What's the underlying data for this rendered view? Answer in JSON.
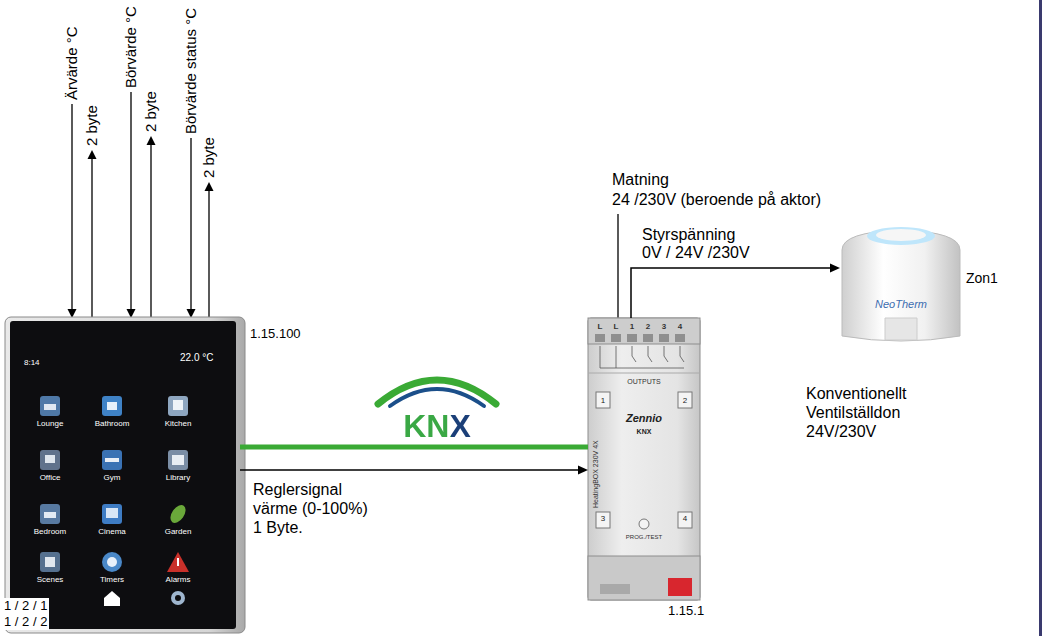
{
  "diagram": {
    "nodes": [
      {
        "text": [
          "8:14",
          "22.0 °C",
          "Lounge",
          "Bathroom",
          "Kitchen",
          "Office",
          "Gym",
          "Library",
          "Bedroom",
          "Cinema",
          "Garden",
          "Scenes",
          "Timers",
          "Alarms"
        ]
      },
      {
        "text": [
          "L",
          "L",
          "1",
          "2",
          "3",
          "4",
          "OUTPUTS",
          "1",
          "2",
          "Zennio",
          "KNX",
          "HeatingBOX 230V 4X",
          "PROG./TEST",
          "3",
          "4"
        ]
      },
      {
        "text": [
          "NeoTherm",
          "Zon1",
          "Konventionellt Ventilställdon 24V/230V"
        ]
      }
    ],
    "edges": [
      {
        "from": 0,
        "to": 1,
        "arrow": "none",
        "label": "KNX"
      },
      {
        "from": 0,
        "to": 1,
        "arrow": "to",
        "label": "Reglersignal värme (0-100%) 1 Byte."
      },
      {
        "from": 1,
        "to": 2,
        "arrow": "to",
        "label": "Styrspänning 0V / 24V /230V"
      }
    ],
    "labels": [
      "Ärvärde °C",
      "2 byte",
      "Börvärde °C",
      "2 byte",
      "Börvärde status °C",
      "2 byte",
      "1.15.100",
      "1 / 2 / 1",
      "1 / 2 / 2",
      "Matning",
      "24 /230V (beroende på aktor)",
      "1.15.1"
    ]
  }
}
